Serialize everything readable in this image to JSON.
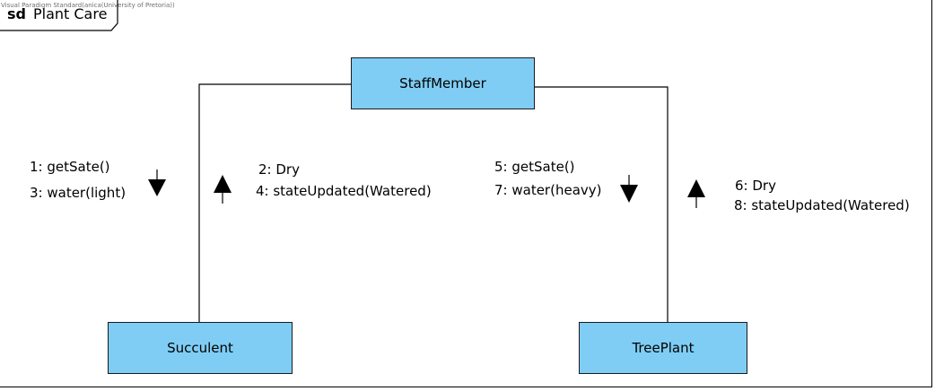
{
  "watermark": "Visual Paradigm Standard(anica(University of Pretoria))",
  "frame": {
    "keyword": "sd",
    "name": "Plant Care"
  },
  "objects": {
    "staff": "StaffMember",
    "succulent": "Succulent",
    "tree": "TreePlant"
  },
  "messages": {
    "m1": "1: getSate()",
    "m3": "3: water(light)",
    "m2": "2: Dry",
    "m4": "4: stateUpdated(Watered)",
    "m5": "5: getSate()",
    "m7": "7: water(heavy)",
    "m6": "6: Dry",
    "m8": "8: stateUpdated(Watered)"
  }
}
